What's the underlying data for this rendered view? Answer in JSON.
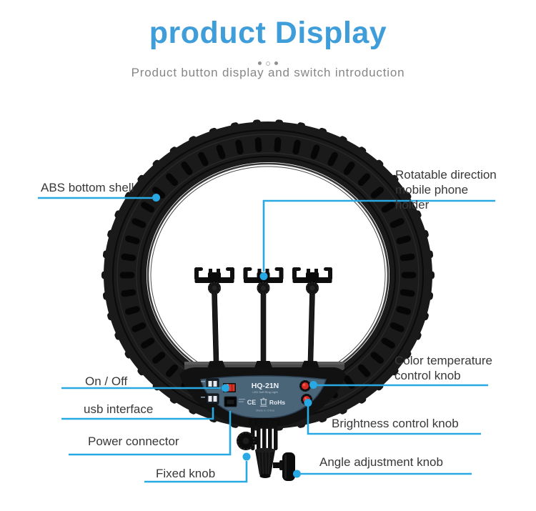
{
  "header": {
    "title": "product Display",
    "subtitle": "Product button display and switch introduction"
  },
  "colors": {
    "title_blue": "#3F9EDA",
    "callout_blue": "#29A9E3",
    "panel_slate": "#4A6478",
    "knob_red": "#D92B24"
  },
  "device": {
    "model": "HQ-21N",
    "model_subtext": "LED Soft Ring Light",
    "ce_mark": "CE",
    "rohs_mark": "RoHs",
    "made_in": "Made in China"
  },
  "callouts": {
    "abs_bottom_shell": {
      "label": "ABS bottom shell"
    },
    "rotatable_holder": {
      "label_line1": "Rotatable direction",
      "label_line2": "mobile phone holder"
    },
    "on_off": {
      "label": "On / Off"
    },
    "usb_interface": {
      "label": "usb interface"
    },
    "power_connector": {
      "label": "Power connector"
    },
    "fixed_knob": {
      "label": "Fixed knob"
    },
    "color_temperature_knob": {
      "label_line1": "Color temperature",
      "label_line2": "control knob"
    },
    "brightness_knob": {
      "label": "Brightness control knob"
    },
    "angle_adjustment_knob": {
      "label": "Angle adjustment knob"
    }
  }
}
